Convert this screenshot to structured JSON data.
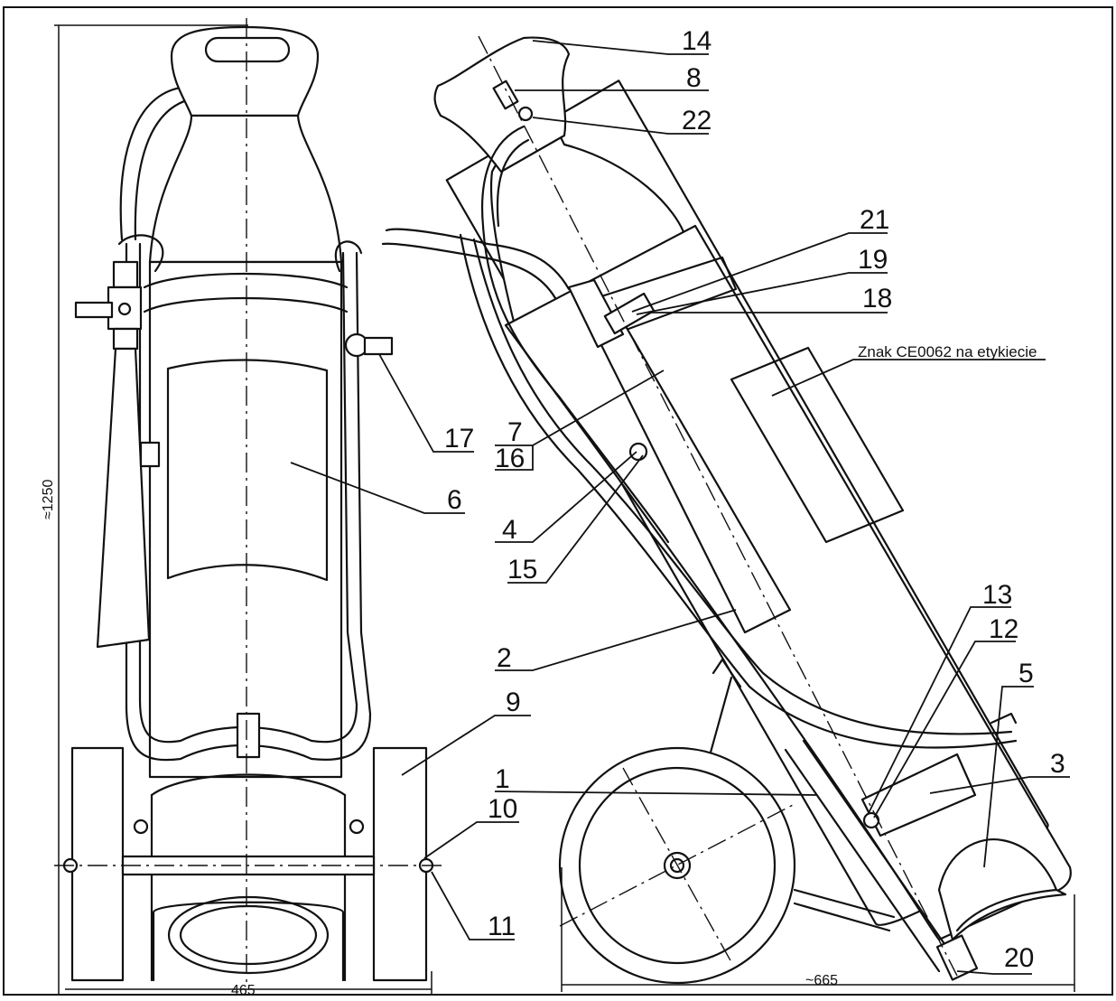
{
  "callouts": {
    "c14": "14",
    "c8": "8",
    "c22": "22",
    "c21": "21",
    "c19": "19",
    "c18": "18",
    "c7": "7",
    "c16": "16",
    "c4": "4",
    "c15": "15",
    "c2": "2",
    "c13": "13",
    "c12": "12",
    "c5": "5",
    "c3": "3",
    "c1": "1",
    "c20": "20",
    "c17": "17",
    "c6": "6",
    "c9": "9",
    "c10": "10",
    "c11": "11"
  },
  "annotation": {
    "label_mark": "Znak CE0062 na etykiecie"
  },
  "dimensions": {
    "height": "≈1250",
    "width_front": "465",
    "width_side": "~665"
  }
}
